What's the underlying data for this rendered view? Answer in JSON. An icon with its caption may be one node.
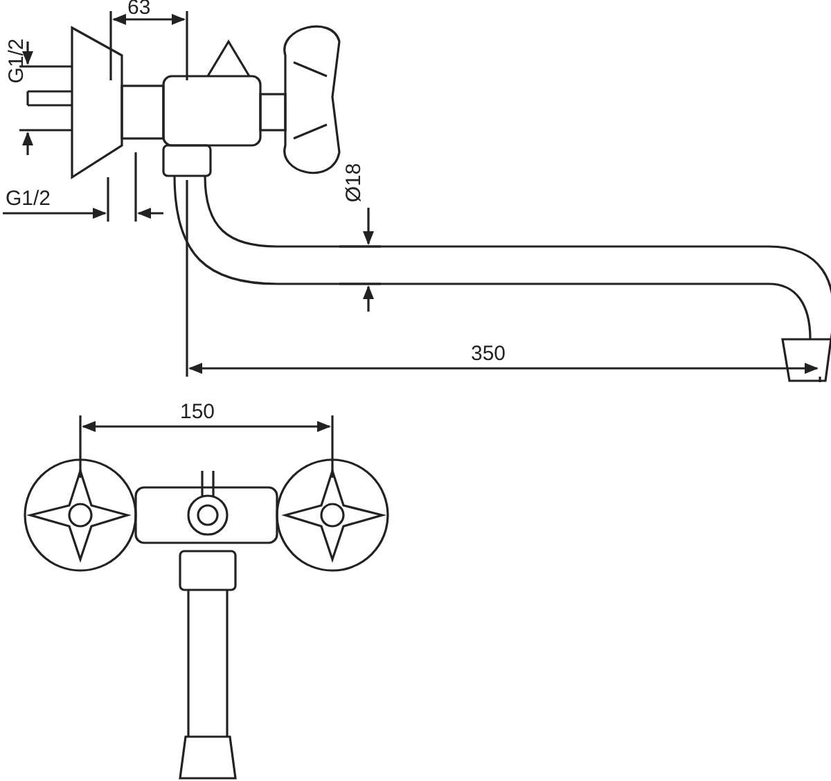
{
  "diagram": {
    "labels": [
      "63",
      "G1/2",
      "G1/2",
      "Ø18",
      "350",
      "150"
    ]
  }
}
